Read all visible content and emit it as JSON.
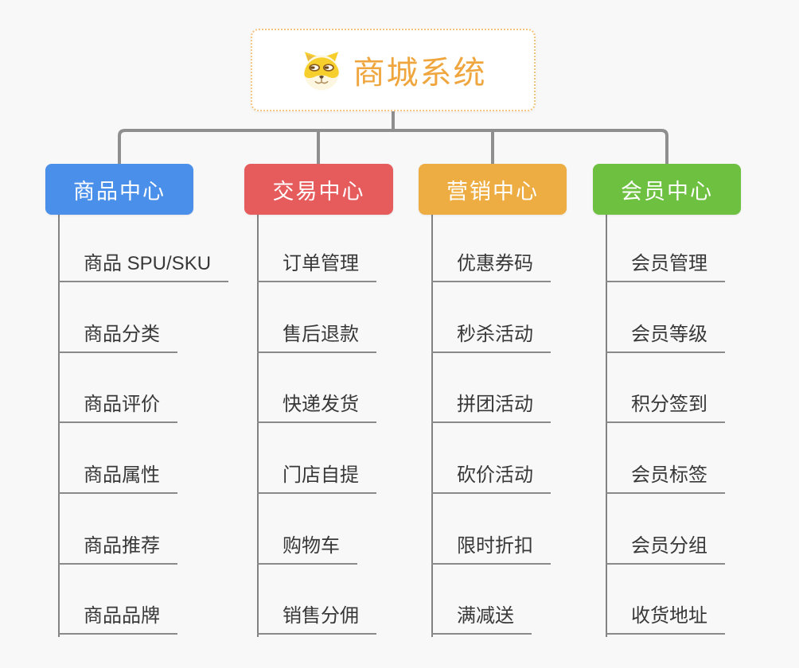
{
  "root": {
    "title": "商城系统",
    "icon": "doge-icon"
  },
  "branches": [
    {
      "label": "商品中心",
      "color": "#4a8fe9",
      "items": [
        "商品 SPU/SKU",
        "商品分类",
        "商品评价",
        "商品属性",
        "商品推荐",
        "商品品牌"
      ]
    },
    {
      "label": "交易中心",
      "color": "#e65c5c",
      "items": [
        "订单管理",
        "售后退款",
        "快递发货",
        "门店自提",
        "购物车",
        "销售分佣"
      ]
    },
    {
      "label": "营销中心",
      "color": "#edad43",
      "items": [
        "优惠券码",
        "秒杀活动",
        "拼团活动",
        "砍价活动",
        "限时折扣",
        "满减送"
      ]
    },
    {
      "label": "会员中心",
      "color": "#6dc040",
      "items": [
        "会员管理",
        "会员等级",
        "积分签到",
        "会员标签",
        "会员分组",
        "收货地址"
      ]
    }
  ],
  "colors": {
    "background": "#f8f8f8",
    "root_border": "#f3c57c",
    "root_text": "#efa63e",
    "tree_line": "#8f8f8f",
    "column_line": "#828282",
    "item_underline": "#8a8a8a",
    "item_text": "#383838",
    "doge_yellow": "#f6cf2d",
    "doge_cream": "#fdf7e2"
  }
}
